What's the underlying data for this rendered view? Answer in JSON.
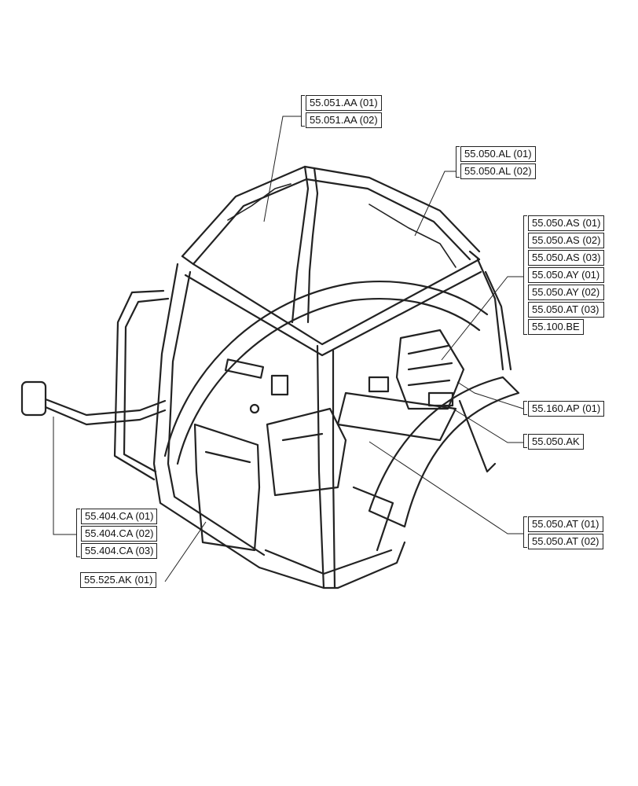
{
  "labels": {
    "g1": [
      "55.051.AA (01)",
      "55.051.AA (02)"
    ],
    "g2": [
      "55.050.AL (01)",
      "55.050.AL (02)"
    ],
    "g3": [
      "55.050.AS (01)",
      "55.050.AS (02)",
      "55.050.AS (03)",
      "55.050.AY (01)",
      "55.050.AY (02)",
      "55.050.AT (03)",
      "55.100.BE"
    ],
    "g4": [
      "55.160.AP (01)"
    ],
    "g5": [
      "55.050.AK"
    ],
    "g6": [
      "55.050.AT (01)",
      "55.050.AT (02)"
    ],
    "g7": [
      "55.404.CA (01)",
      "55.404.CA (02)",
      "55.404.CA (03)"
    ],
    "g8": [
      "55.525.AK (01)"
    ]
  }
}
